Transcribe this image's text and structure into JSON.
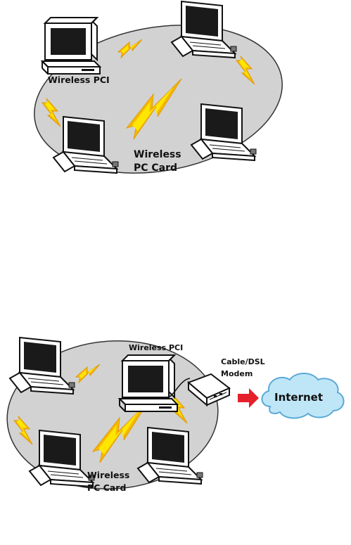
{
  "colors": {
    "ellipse_fill": "#d2d2d2",
    "ellipse_stroke": "#333333",
    "device_body": "#ffffff",
    "device_stroke": "#111111",
    "screen": "#1a1a1a",
    "bolt_outer": "#f5b800",
    "bolt_inner": "#ffe600",
    "cloud_fill": "#bfe6f7",
    "cloud_stroke": "#5aa9d6",
    "arrow": "#e5202a"
  },
  "icons": {
    "desktop": "desktop-computer-icon",
    "laptop": "laptop-icon",
    "modem": "modem-icon",
    "signal": "wireless-signal-icon",
    "cloud": "internet-cloud-icon",
    "arrow": "connection-arrow-icon"
  },
  "diagram1": {
    "pci_label": "Wireless PCI",
    "card_label_line1": "Wireless",
    "card_label_line2": "PC Card"
  },
  "diagram2": {
    "pci_label": "Wireless PCI",
    "modem_label_line1": "Cable/DSL",
    "modem_label_line2": "Modem",
    "internet_label": "Internet",
    "card_label_line1": "Wireless",
    "card_label_line2": "PC Card"
  }
}
